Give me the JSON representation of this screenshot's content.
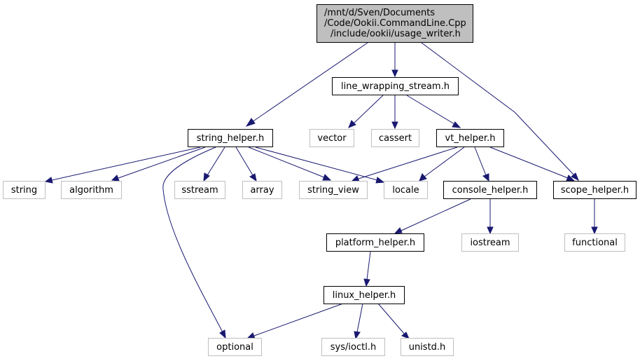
{
  "root": {
    "lines": [
      "/mnt/d/Sven/Documents",
      "/Code/Ookii.CommandLine.Cpp",
      "/include/ookii/usage_writer.h"
    ]
  },
  "nodes": {
    "line_wrapping_stream": "line_wrapping_stream.h",
    "string_helper": "string_helper.h",
    "vector": "vector",
    "cassert": "cassert",
    "vt_helper": "vt_helper.h",
    "string": "string",
    "algorithm": "algorithm",
    "sstream": "sstream",
    "array": "array",
    "string_view": "string_view",
    "locale": "locale",
    "console_helper": "console_helper.h",
    "scope_helper": "scope_helper.h",
    "platform_helper": "platform_helper.h",
    "iostream": "iostream",
    "functional": "functional",
    "linux_helper": "linux_helper.h",
    "optional": "optional",
    "sys_ioctl": "sys/ioctl.h",
    "unistd": "unistd.h"
  },
  "colors": {
    "edge": "#191970",
    "root_fill": "#bfbfbf",
    "documented_border": "#000000",
    "system_border": "#bfbfbf"
  }
}
